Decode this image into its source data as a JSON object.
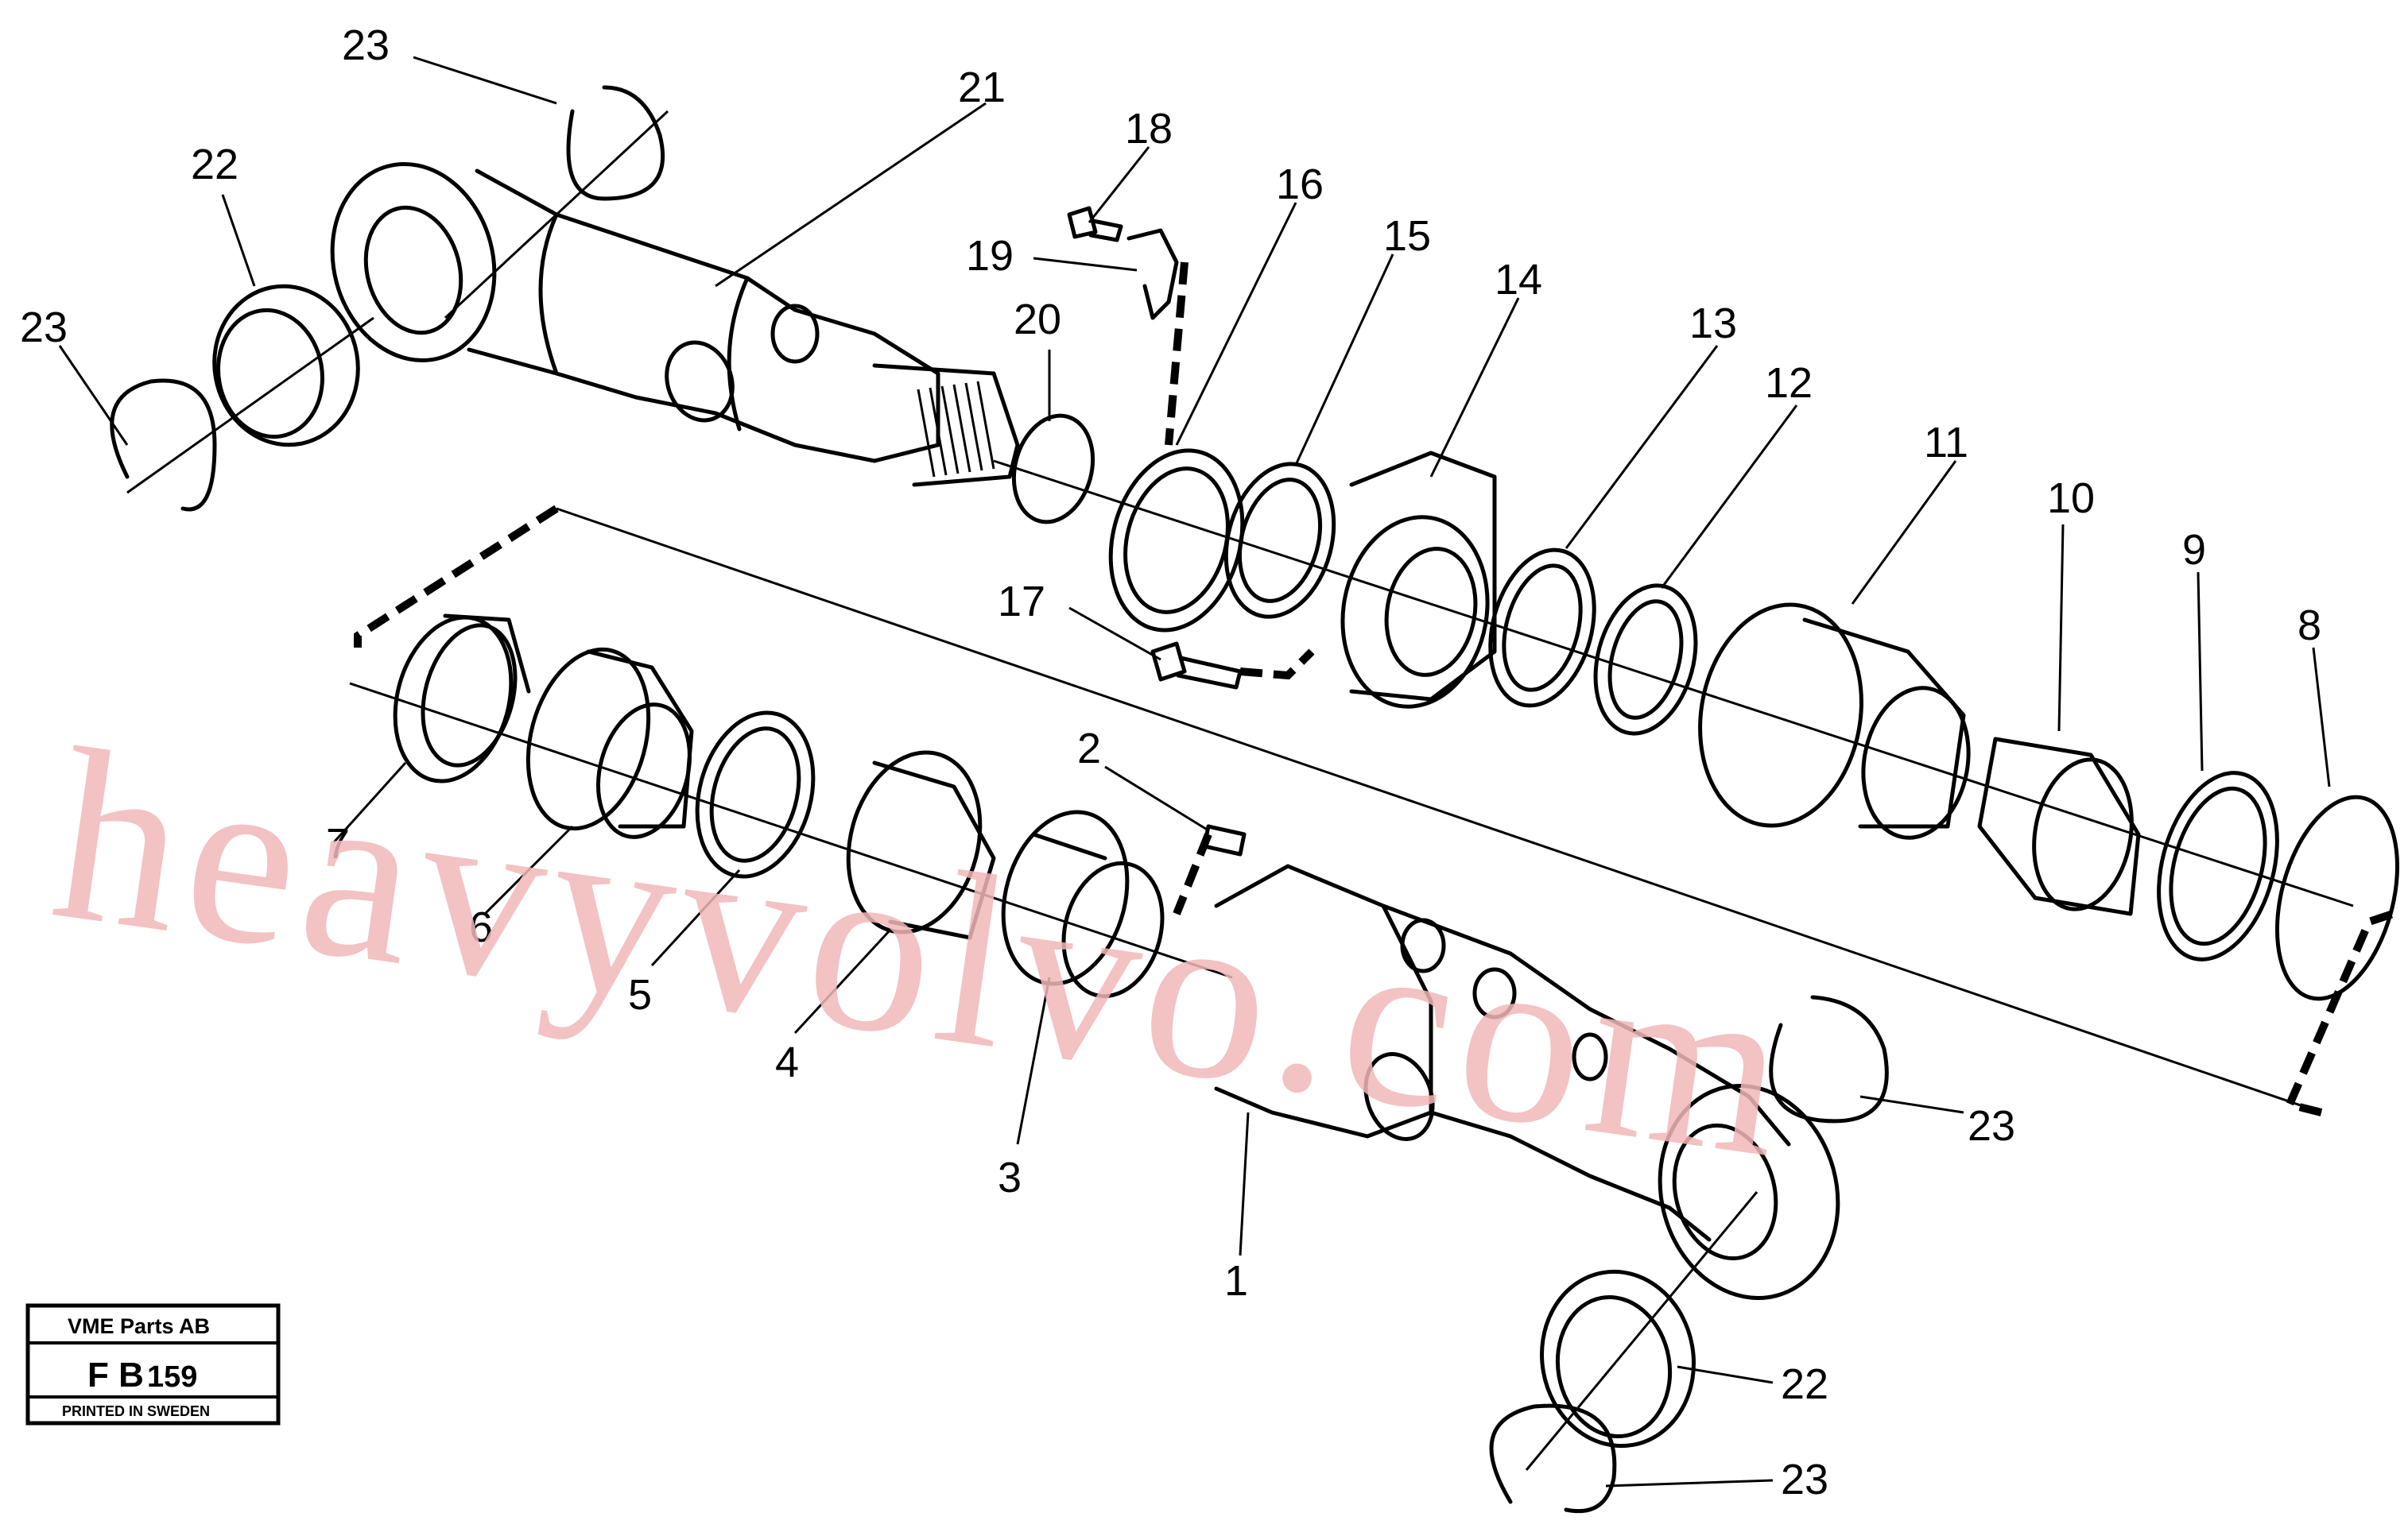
{
  "watermark": "heavyvolvo.com",
  "title_block": {
    "company": "VME Parts AB",
    "code_letters": "F B",
    "code_number": "159",
    "printed": "PRINTED IN SWEDEN"
  },
  "callouts": [
    "1",
    "2",
    "3",
    "4",
    "5",
    "6",
    "7",
    "8",
    "9",
    "10",
    "11",
    "12",
    "13",
    "14",
    "15",
    "16",
    "17",
    "18",
    "19",
    "20",
    "21",
    "22",
    "22",
    "23",
    "23",
    "23",
    "23"
  ]
}
